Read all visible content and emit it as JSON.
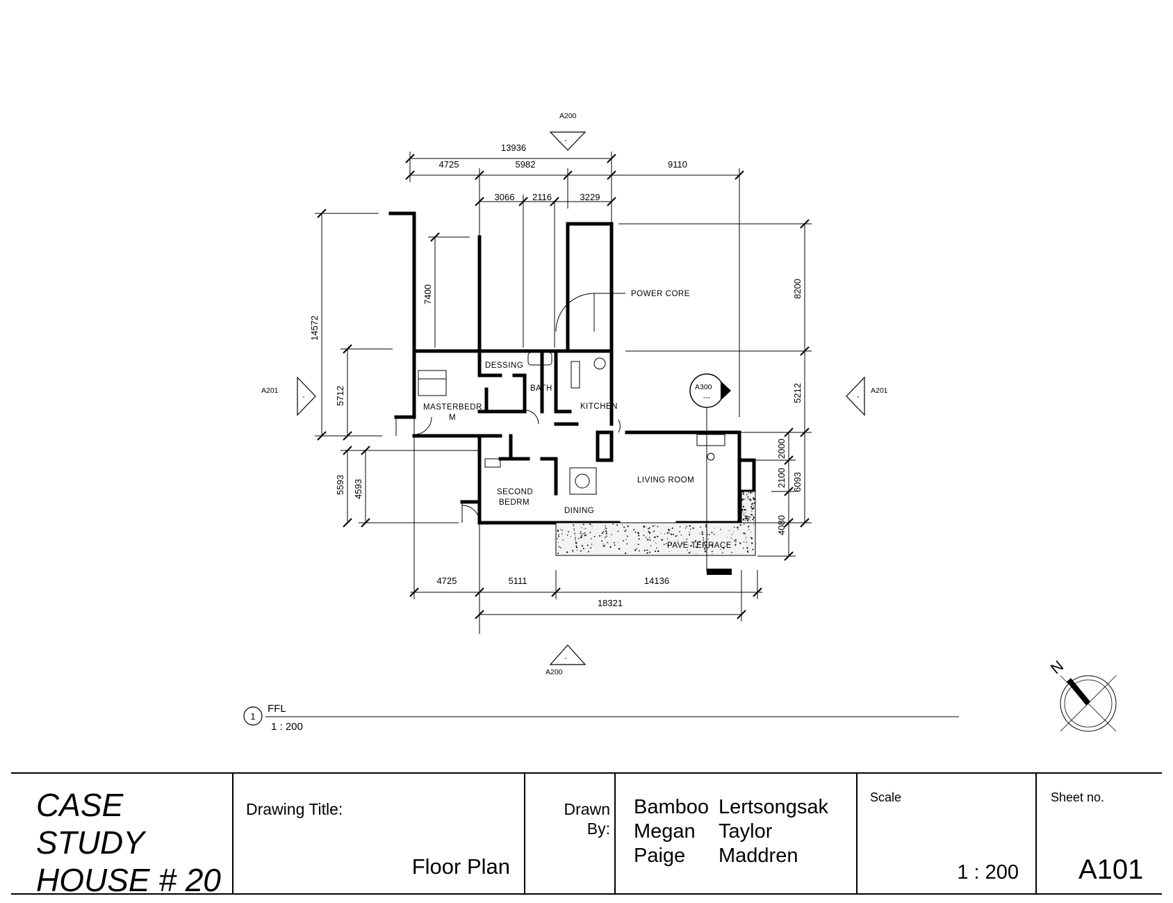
{
  "sheet": {
    "project_title_lines": [
      "CASE",
      "STUDY",
      "HOUSE # 20"
    ],
    "drawing_title_label": "Drawing Title:",
    "drawing_title": "Floor Plan",
    "drawn_by_label_1": "Drawn",
    "drawn_by_label_2": "By:",
    "drawn_by": [
      {
        "first": "Bamboo",
        "last": "Lertsongsak"
      },
      {
        "first": "Megan",
        "last": "Taylor"
      },
      {
        "first": "Paige",
        "last": "Maddren"
      }
    ],
    "scale_label": "Scale",
    "scale_value": "1 : 200",
    "sheet_no_label": "Sheet no.",
    "sheet_no": "A101"
  },
  "view": {
    "number": "1",
    "name": "FFL",
    "scale": "1 : 200"
  },
  "section_marks": {
    "top": {
      "ref": "A200",
      "num": "-"
    },
    "bottom": {
      "ref": "A200",
      "num": "-"
    },
    "left": {
      "ref": "A201",
      "num": "-"
    },
    "right": {
      "ref": "A201",
      "num": "-"
    },
    "elevation": {
      "ref": "A300",
      "num": "---"
    }
  },
  "north_label": "N",
  "rooms": {
    "dessing": "DESSING",
    "bath": "BATH",
    "kitchen": "KITCHEN",
    "master_1": "MASTERBEDR",
    "master_2": "M",
    "second_1": "SECOND",
    "second_2": "BEDRM",
    "dining": "DINING",
    "living": "LIVING ROOM",
    "terrace": "PAVE TERRACE",
    "power_core": "POWER CORE"
  },
  "dimensions": {
    "top_overall": "13936",
    "top_a": "4725",
    "top_b": "5982",
    "top_right": "9110",
    "top_c": "3066",
    "top_d": "2116",
    "top_e": "3229",
    "left_overall": "14572",
    "left_inner": "7400",
    "left_mid": "5712",
    "left_low_outer": "5593",
    "left_low_inner": "4593",
    "right_upper": "8200",
    "right_mid": "5212",
    "right_a": "2000",
    "right_b": "2100",
    "right_total": "6093",
    "right_c": "4080",
    "bottom_a": "4725",
    "bottom_b": "5111",
    "bottom_c": "14136",
    "bottom_overall": "18321"
  }
}
